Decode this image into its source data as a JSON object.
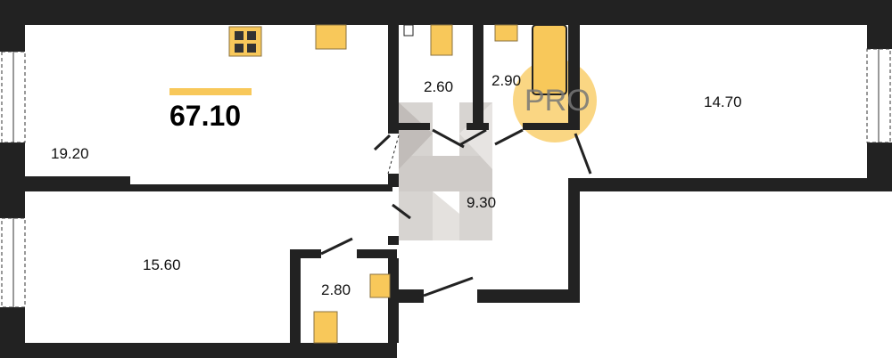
{
  "plan": {
    "total_area": "67.10",
    "rooms": [
      {
        "name": "room-1",
        "area": "19.20"
      },
      {
        "name": "room-2",
        "area": "15.60"
      },
      {
        "name": "bathroom-1",
        "area": "2.60"
      },
      {
        "name": "bathroom-2",
        "area": "2.90"
      },
      {
        "name": "room-3",
        "area": "14.70"
      },
      {
        "name": "hallway",
        "area": "9.30"
      },
      {
        "name": "bathroom-3",
        "area": "2.80"
      }
    ],
    "watermark": "PRO"
  },
  "colors": {
    "wall": "#222222",
    "fixture": "#f8c85a",
    "accent": "#f8c85a"
  }
}
